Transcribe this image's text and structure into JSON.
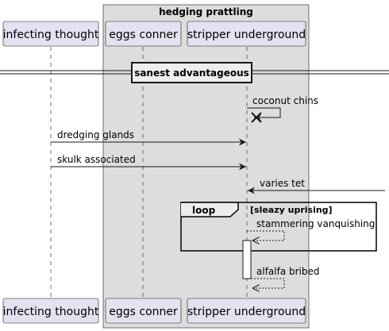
{
  "box": {
    "title": "hedging prattling"
  },
  "participants": {
    "p1": "infecting thought",
    "p2": "eggs conner",
    "p3": "stripper underground"
  },
  "divider": {
    "label": "sanest advantageous"
  },
  "messages": {
    "m1": "coconut chins",
    "m2": "dredging glands",
    "m3": "skulk associated",
    "m4": "varies tet",
    "m5": "stammering vanquishing",
    "m6": "alfalfa bribed"
  },
  "loop": {
    "keyword": "loop",
    "condition": "[sleazy uprising]"
  },
  "colors": {
    "participant_fill": "#e2e2f0",
    "box_fill": "#dddddd",
    "line": "#181818"
  }
}
